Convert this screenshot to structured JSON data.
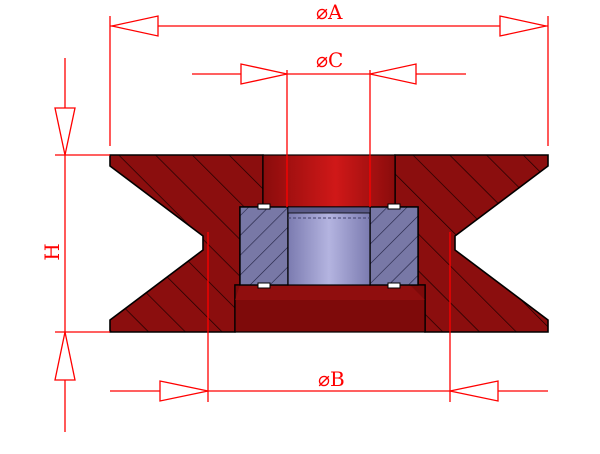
{
  "colors": {
    "dimension": "#ff0000",
    "body_fill": "#8b0e0e",
    "body_hatch": "#1a0000",
    "bore_fill": "#c21414",
    "bearing_outer": "#7878a6",
    "bearing_inner": "#9a9acc",
    "outline": "#000000"
  },
  "dimensions": {
    "outer_diameter": "⌀A",
    "groove_diameter": "⌀B",
    "bore_diameter": "⌀C",
    "height": "H"
  }
}
